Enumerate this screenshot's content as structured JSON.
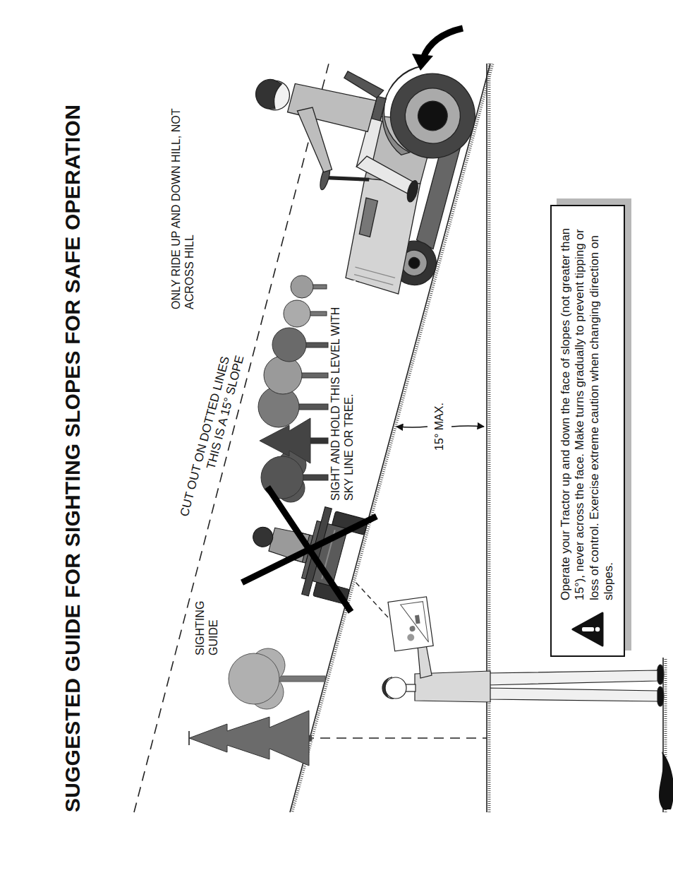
{
  "diagram": {
    "title": "SUGGESTED GUIDE FOR SIGHTING SLOPES FOR SAFE OPERATION",
    "nodes": [
      {
        "text": [
          "Operate your Tractor up and down the face of slopes (not greater than 15°), never across the face. Make turns gradually to prevent tipping or loss of control. Exercise extreme caution when changing direction on slopes."
        ]
      }
    ],
    "labels": [
      "SIGHTING GUIDE",
      "CUT OUT ON DOTTED LINES",
      "THIS IS A 15° SLOPE",
      "SIGHT AND HOLD THIS LEVEL WITH SKY LINE OR TREE.",
      "ONLY RIDE UP AND DOWN HILL, NOT ACROSS HILL",
      "15° MAX."
    ]
  }
}
